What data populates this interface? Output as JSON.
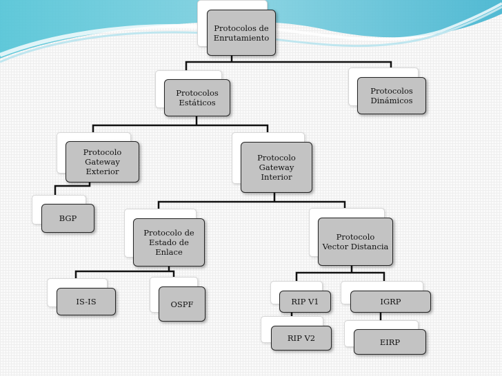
{
  "diagram": {
    "root": "Protocolos de\nEnrutamiento",
    "static": "Protocolos\nEstáticos",
    "dynamic": "Protocolos\nDinámicos",
    "egp": "Protocolo\nGateway\nExterior",
    "igp": "Protocolo\nGateway\nInterior",
    "bgp": "BGP",
    "link_state": "Protocolo de\nEstado de\nEnlace",
    "distance_vector": "Protocolo\nVector Distancia",
    "isis": "IS-IS",
    "ospf": "OSPF",
    "ripv1": "RIP V1",
    "igrp": "IGRP",
    "ripv2": "RIP V2",
    "eirp": "EIRP"
  },
  "colors": {
    "node_fill": "#c3c3c3",
    "wave": "#5ec3d8"
  }
}
